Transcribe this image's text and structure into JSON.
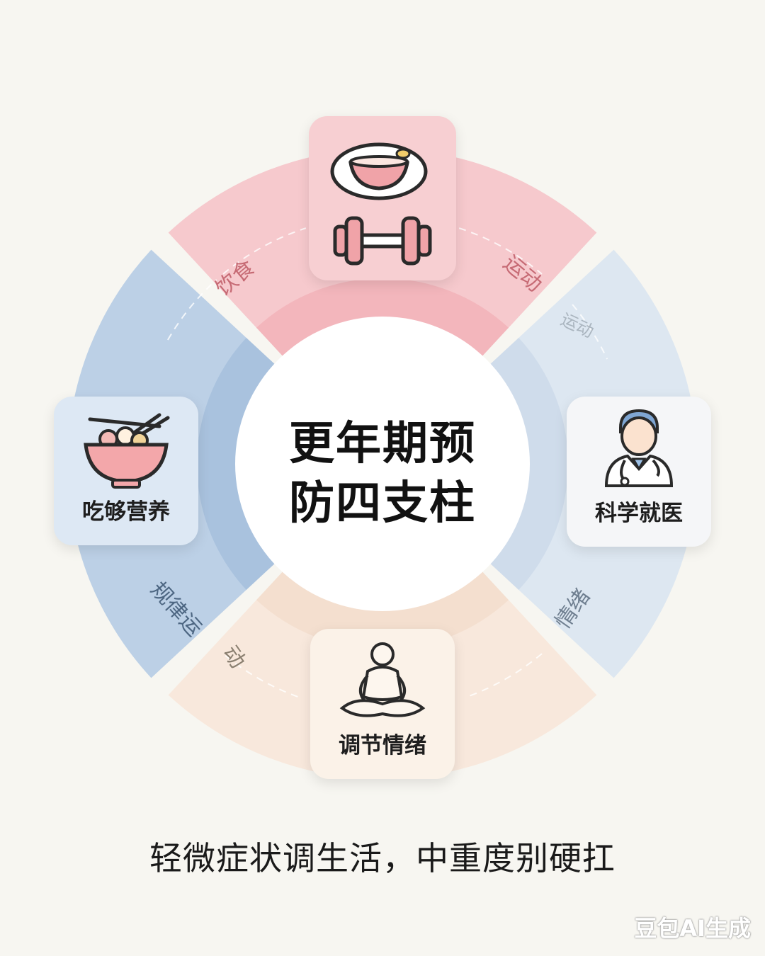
{
  "center_title": [
    "更年期预",
    "防四支柱"
  ],
  "cards": {
    "top": {
      "label": ""
    },
    "left": {
      "label": "吃够营养"
    },
    "right": {
      "label": "科学就医"
    },
    "bottom": {
      "label": "调节情绪"
    }
  },
  "arc_labels": {
    "top_left": "饮食",
    "top_right": "运动",
    "right_upper": "运动",
    "right_lower": "情绪",
    "left_lower": "规律运",
    "left_lower_tail": "动"
  },
  "bottom_text": "轻微症状调生活，中重度别硬扛",
  "watermark": "豆包AI生成",
  "colors": {
    "pink": "#f6c9cd",
    "blue": "#bcd0e6",
    "light_blue": "#dde7f1",
    "peach": "#f8e8dc",
    "icon_stroke": "#2a2a2a"
  },
  "icons": {
    "top": [
      "bowl-icon",
      "dumbbell-icon"
    ],
    "left": "noodle-bowl-icon",
    "right": "doctor-icon",
    "bottom": "meditation-icon"
  }
}
